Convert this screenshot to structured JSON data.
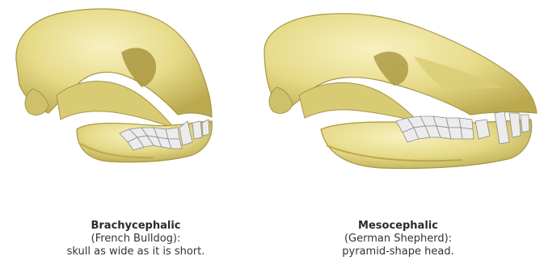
{
  "skulls": [
    {
      "title": "Brachycephalic",
      "breed": "(French Bulldog):",
      "description": "skull as wide as it is short."
    },
    {
      "title": "Mesocephalic",
      "breed": "(German Shepherd):",
      "description": "pyramid-shape head."
    }
  ],
  "colors": {
    "bone": "#e8dd8f",
    "bone_shadow": "#b9a94c",
    "bone_highlight": "#f6efb9",
    "teeth": "#e9e9e9",
    "tooth_outline": "#8a8a8a"
  }
}
